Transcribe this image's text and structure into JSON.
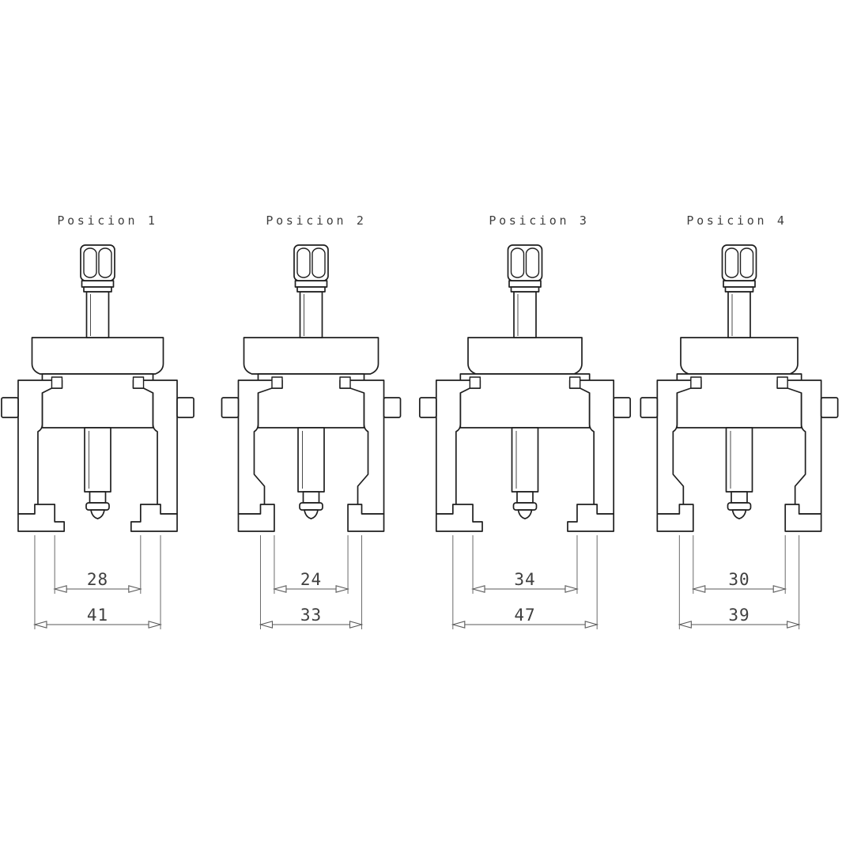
{
  "figures": [
    {
      "name": "Posicion 1",
      "inner_dim": "28",
      "outer_dim": "41",
      "jaw_config": "A"
    },
    {
      "name": "Posicion 2",
      "inner_dim": "24",
      "outer_dim": "33",
      "jaw_config": "B"
    },
    {
      "name": "Posicion 3",
      "inner_dim": "34",
      "outer_dim": "47",
      "jaw_config": "A"
    },
    {
      "name": "Posicion 4",
      "inner_dim": "30",
      "outer_dim": "39",
      "jaw_config": "B"
    }
  ],
  "colors": {
    "geometry_line": "#1f1f1f",
    "dimension_line": "#5a5a5a",
    "extension_line": "#6a6a6a",
    "text": "#3f3f3f",
    "background": "#ffffff"
  }
}
